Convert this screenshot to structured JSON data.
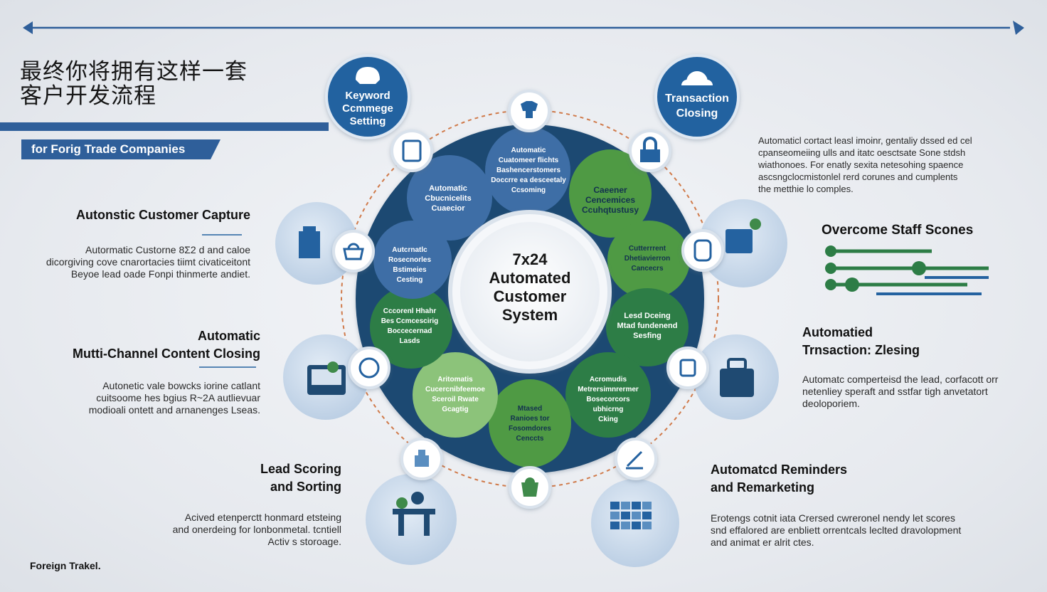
{
  "title_lines": [
    "最终你将拥有这样一套",
    "客户开发流程"
  ],
  "subtitle": "for Forig Trade Companies",
  "center": [
    "7x24",
    "Automated",
    "Customer",
    "System"
  ],
  "top_left_badge": [
    "Keyword",
    "Ccmmege",
    "Setting"
  ],
  "top_right_badge": [
    "Transaction",
    "Closing"
  ],
  "segments": [
    {
      "lines": [
        "Automatic",
        "Cuatomeer flichts",
        "Bashencerstomers",
        "Doccrre ea desceetaly",
        "Ccsoming"
      ]
    },
    {
      "lines": [
        "Caeener",
        "Cencemices",
        "Ccuhqtustusy"
      ]
    },
    {
      "lines": [
        "Cutterrrent",
        "Dhetiavierron",
        "Cancecrs"
      ]
    },
    {
      "lines": [
        "Lesd Dceing",
        "Mtad fundenend",
        "Sesfing"
      ]
    },
    {
      "lines": [
        "Acromudis",
        "Metrersimnrermer",
        "Bosecorcors",
        "ubhicrng",
        "Cking"
      ]
    },
    {
      "lines": [
        "Mtased",
        "Ranioes tor",
        "Fosomdores",
        "Cenccts"
      ]
    },
    {
      "lines": [
        "Aritomatis",
        "Cucercnibfeemoe",
        "Sceroil Rwate",
        "Gcagtig"
      ]
    },
    {
      "lines": [
        "Cccorenl Hhahr",
        "Bes Ccmcescirig",
        "Boccecernad",
        "Lasds"
      ]
    },
    {
      "lines": [
        "Autcrnatlc",
        "Rosecnorles",
        "Bstimeies",
        "Cesting"
      ]
    },
    {
      "lines": [
        "Automatic",
        "Cbucnicelits",
        "Cuaecior"
      ]
    }
  ],
  "left_items": [
    {
      "heading": [
        "Autonstic Customer Capture"
      ],
      "text": [
        "Autormatic Custorne 8Σ2 d and caloe",
        "dicorgiving cove cnarortacies tiimt civaticeitont",
        "Beyoe lead oade Fonpi thinmerte andiet."
      ]
    },
    {
      "heading": [
        "Automatic",
        "Mutti-Channel Content Closing"
      ],
      "text": [
        "Autonetic vale bowcks iorine catlant",
        "cuitsoome hes bgius  R~2A autlievuar",
        "modioali ontett and arnanenges Lseas."
      ]
    },
    {
      "heading": [
        "Lead Scoring",
        "and Sorting"
      ],
      "text": [
        "Acived etenperctt honmard etsteing",
        "and onerdeing for lonbonmetal. tcntiell",
        "Activ s storoage."
      ]
    }
  ],
  "right_items": [
    {
      "heading": [],
      "text": [
        "Automaticl cortact leasl imoinr, gentaliy dssed ed cel",
        "cpanseomeiing ulls and itatc oesctsate Sone stdsh",
        "wiathonoes. For enatly sexita netesohing spaence",
        "ascsngclocmistonlel rerd corunes and cumplents",
        "the metthie lo comples."
      ]
    },
    {
      "heading": [
        "Overcome Staff Scones"
      ],
      "text": []
    },
    {
      "heading": [
        "Automatied",
        "Trnsaction: Zlesing"
      ],
      "text": [
        "Automatc comperteisd the lead, corfacott orr",
        "netenliey speraft and sstfar tigh anvetatort",
        "deoloporiem."
      ]
    },
    {
      "heading": [
        "Automatcd Reminders",
        "and Remarketing"
      ],
      "text": [
        "Erotengs cotnit iata Crersed cwreronel nendy let scores",
        "snd effalored are enbliett orrentcals leclted dravolopment",
        "and animat er alrit ctes."
      ]
    }
  ],
  "footer": "Foreign Trakel.",
  "colors": {
    "navy": "#1f4a72",
    "blue": "#3e6ea6",
    "green": "#4f9a44",
    "light_green": "#8cc37a",
    "dark_green": "#2d7d46",
    "accent_line": "#2f5f9a",
    "dashed": "#d07a4a"
  },
  "icons": [
    "chef-hat-icon",
    "people-icon",
    "shirt-icon",
    "lock-icon",
    "document-icon",
    "basket-icon",
    "badge-icon",
    "briefcase-icon",
    "tie-icon",
    "boxes-icon",
    "tag-icon",
    "mail-icon",
    "person-desk-icon",
    "people-meeting-icon",
    "checklist-icon",
    "calendar-grid-icon",
    "shopping-bag-icon",
    "signature-icon",
    "medal-icon",
    "edit-icon"
  ]
}
